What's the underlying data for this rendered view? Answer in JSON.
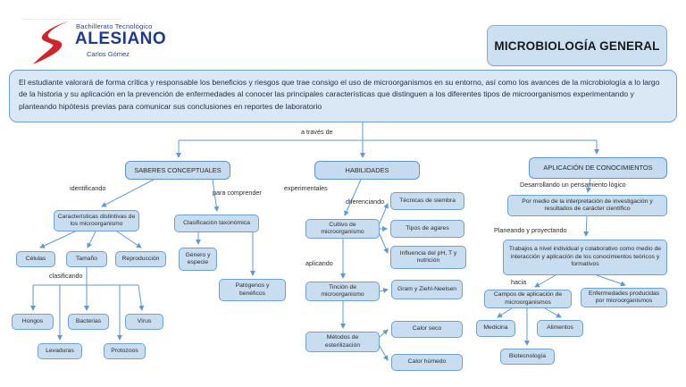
{
  "header": {
    "logo": {
      "line1": "Bachillerato Tecnológico",
      "line2": "ALESIANO",
      "line3": "Carlos Gómez"
    },
    "title": "MICROBIOLOGÍA GENERAL"
  },
  "intro": "El estudiante valorará de forma crítica y responsable los beneficios y riesgos que trae consigo el uso de microorganismos en su entorno, así como los avances de la microbiología a lo largo de la historia y su aplicación en la prevención de enfermedades  al conocer las principales características que distinguen a los diferentes tipos de microorganismos experimentando y planteando hipótesis previas para comunicar sus conclusiones en reportes de laboratorio",
  "colors": {
    "node_fill": "#c9ddf1",
    "node_border": "#6fa0d0",
    "arrow": "#5b9bd5",
    "logo_red": "#d2232a",
    "logo_blue": "#1d3a8f"
  },
  "map": {
    "root_label": "a través de",
    "branches": {
      "saberes": "SABERES CONCEPTUALES",
      "habilidades": "HABILIDADES",
      "aplicacion": "APLICACIÓN DE CONOCIMIENTOS"
    },
    "labels": {
      "identificando": "identificando",
      "para_comprender": "para comprender",
      "clasificando": "clasificando",
      "experimentales": "experimentales",
      "diferenciando": "diferenciando",
      "aplicando": "aplicando",
      "desarrollando": "Desarrollando un pensamiento lógico",
      "planeando": "Planeando y proyectando",
      "hacia": "hacia"
    },
    "nodes": {
      "caracteristicas": "Características distintivas de los microorganismo",
      "celulas": "Células",
      "tamano": "Tamaño",
      "reproduccion": "Reproducción",
      "hongos": "Hongos",
      "bacterias": "Bacterias",
      "virus": "Vírus",
      "levaduras": "Levaduras",
      "protozoos": "Protozoos",
      "clasificacion": "Clasificación taxonómica",
      "genero": "Género y especie",
      "patogenos": "Patógenos y benéficos",
      "cultivo": "Cultivo de microorganismo",
      "tecnicas": "Técnicas de siembra",
      "agares": "Tipos de agares",
      "influencia": "Influencia del pH, T y nutrición",
      "tincion": "Tinción de microorganismo",
      "gram": "Gram y Ziehl-Neelsen",
      "metodos": "Métodos de esterilización",
      "calor_seco": "Calor seco",
      "calor_humedo": "Calor húmedo",
      "por_medio": "Por medio de la interpretación de investigación y resultados de carácter científico",
      "trabajos": "Trabajos a nivel individual y colaborativo como medio de interacción y aplicación de los conocimientos teóricos y formativos",
      "campos": "Campos de aplicación de microorganismos",
      "enfermedades": "Enfermedades producidas por microorganismos",
      "medicina": "Medicina",
      "alimentos": "Alimentos",
      "biotecnologia": "Biotecnología"
    }
  }
}
